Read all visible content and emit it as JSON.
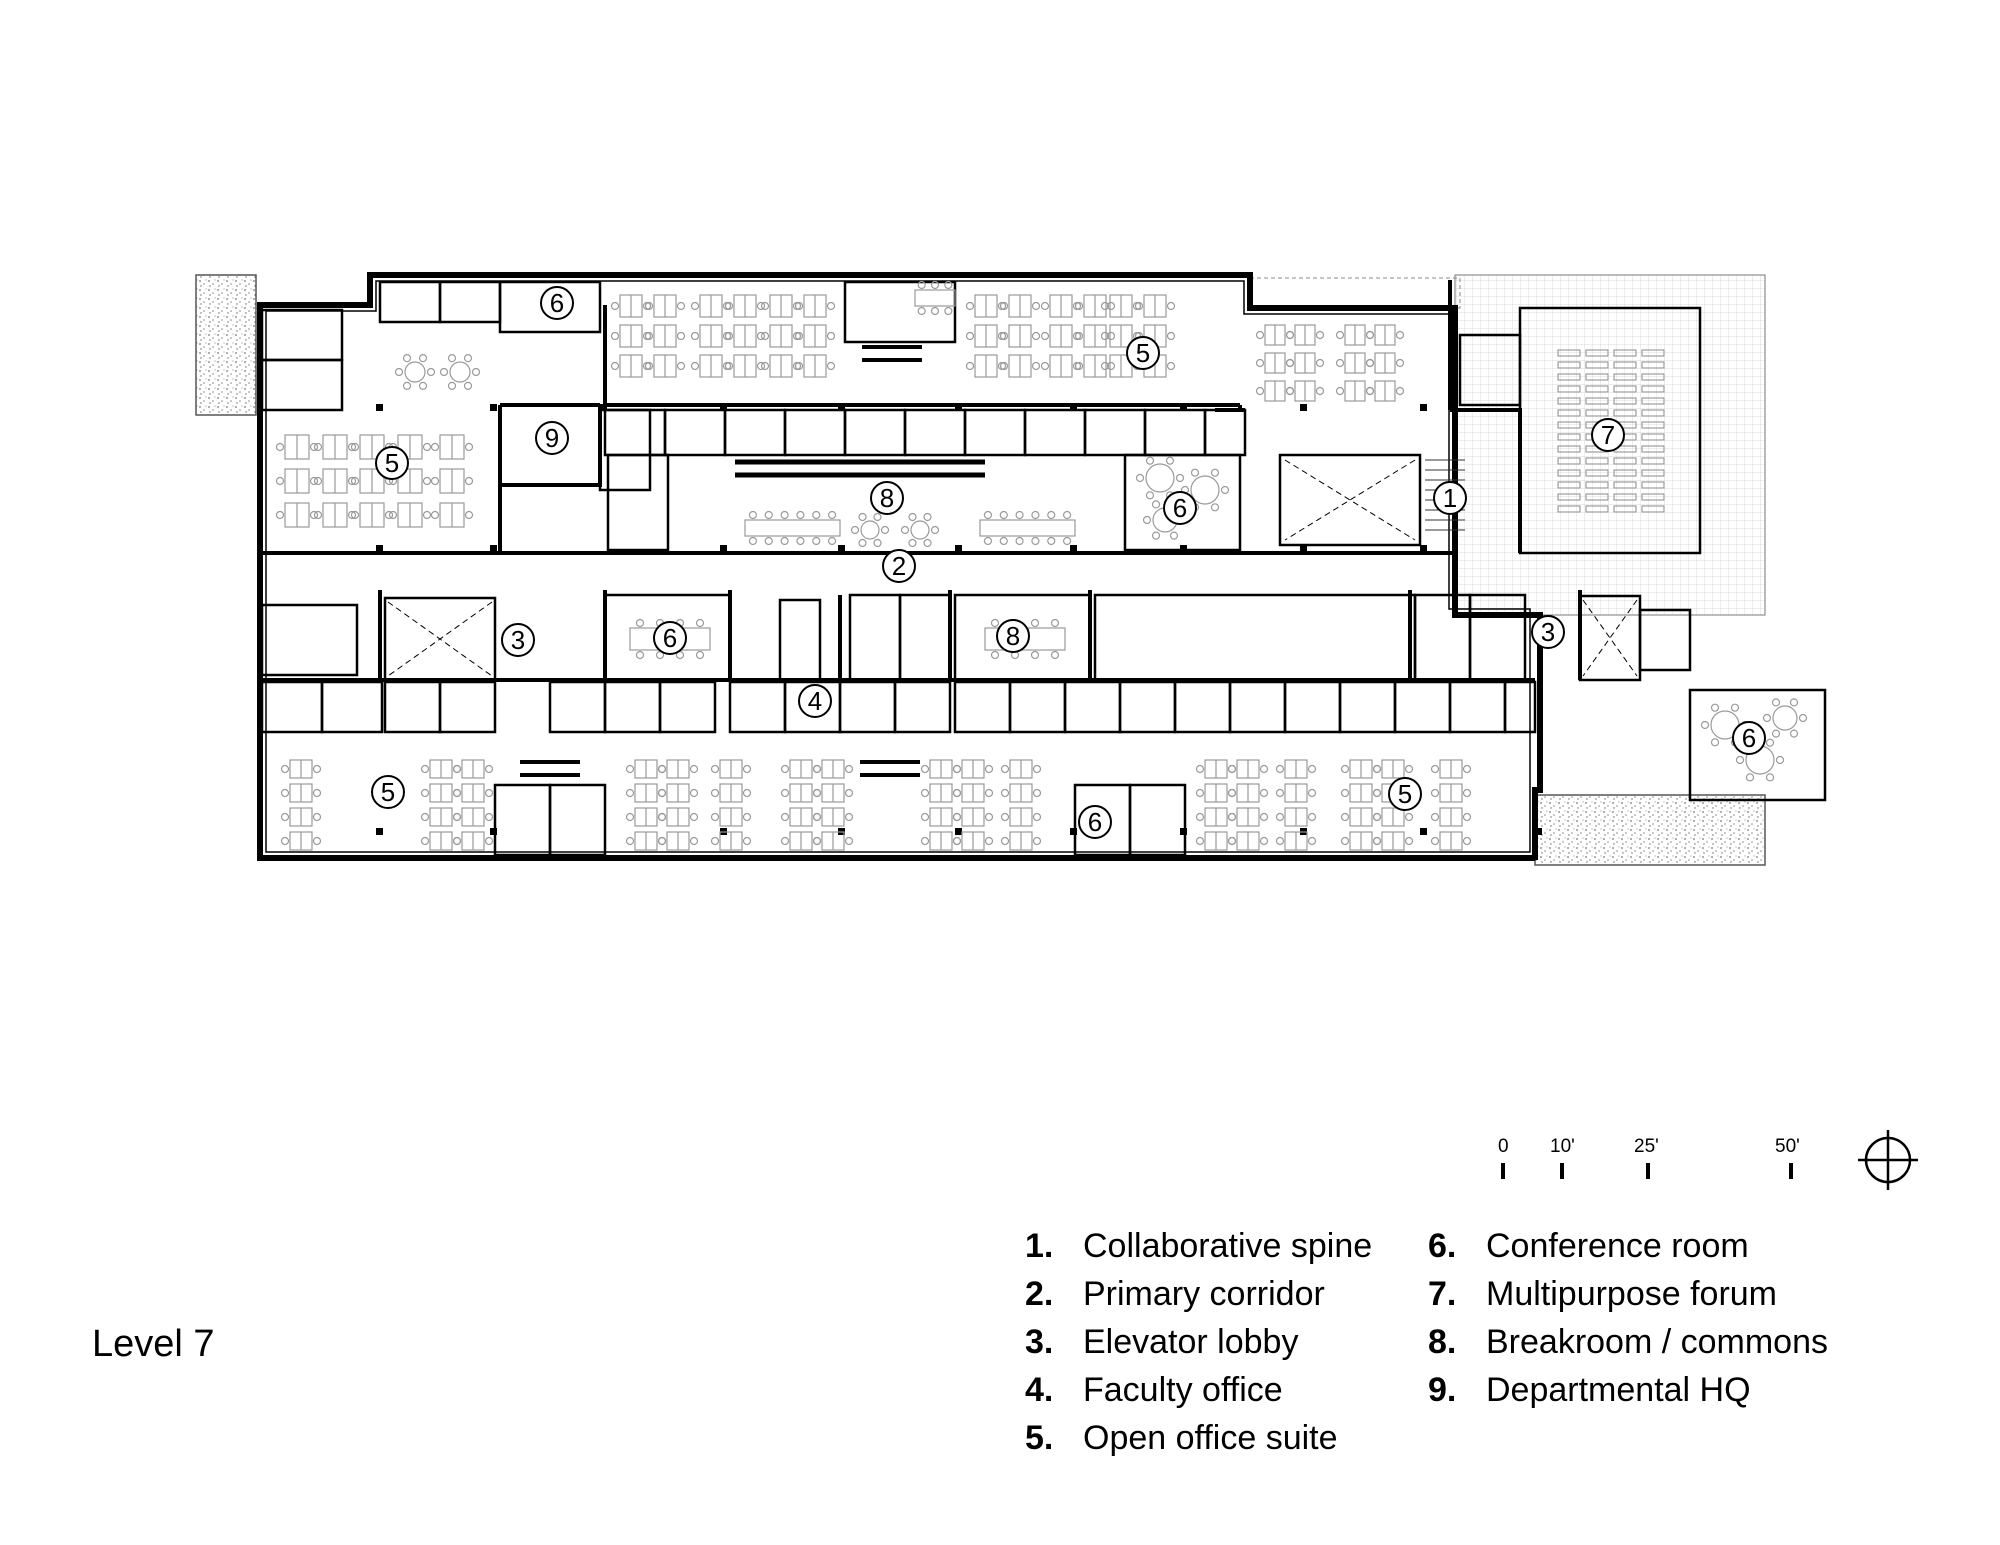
{
  "title": "Level 7",
  "legend": [
    {
      "num": "1.",
      "label": "Collaborative spine"
    },
    {
      "num": "2.",
      "label": "Primary corridor"
    },
    {
      "num": "3.",
      "label": "Elevator lobby"
    },
    {
      "num": "4.",
      "label": "Faculty office"
    },
    {
      "num": "5.",
      "label": "Open office suite"
    },
    {
      "num": "6.",
      "label": "Conference room"
    },
    {
      "num": "7.",
      "label": "Multipurpose forum"
    },
    {
      "num": "8.",
      "label": "Breakroom / commons"
    },
    {
      "num": "9.",
      "label": "Departmental HQ"
    }
  ],
  "scale": {
    "ticks": [
      "0",
      "10'",
      "25'",
      "50'"
    ]
  },
  "north_icon": "north-arrow-icon",
  "tags": [
    "6",
    "5",
    "5",
    "9",
    "7",
    "1",
    "8",
    "6",
    "2",
    "3",
    "6",
    "8",
    "3",
    "4",
    "5",
    "6",
    "5",
    "6"
  ],
  "colors": {
    "ink": "#000000",
    "hatch": "#8a8a8a",
    "furniture": "#9a9a9a"
  }
}
